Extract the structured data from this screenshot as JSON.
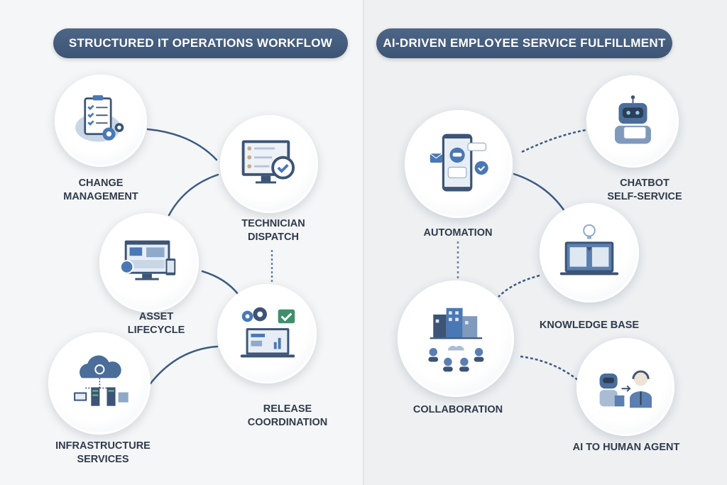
{
  "left_panel": {
    "title": "STRUCTURED IT OPERATIONS WORKFLOW",
    "nodes": [
      {
        "line1": "CHANGE",
        "line2": "MANAGEMENT",
        "icon": "clipboard-gears-icon"
      },
      {
        "line1": "TECHNICIAN",
        "line2": "DISPATCH",
        "icon": "monitor-check-icon"
      },
      {
        "line1": "ASSET",
        "line2": "LIFECYCLE",
        "icon": "devices-icon"
      },
      {
        "line1": "RELEASE",
        "line2": "COORDINATION",
        "icon": "laptop-gears-icon"
      },
      {
        "line1": "INFRASTRUCTURE",
        "line2": "SERVICES",
        "icon": "cloud-servers-icon"
      }
    ]
  },
  "right_panel": {
    "title": "AI-DRIVEN EMPLOYEE SERVICE FULFILLMENT",
    "nodes": [
      {
        "line1": "AUTOMATION",
        "icon": "phone-bot-icon"
      },
      {
        "line1": "CHATBOT",
        "line2": "SELF-SERVICE",
        "icon": "robot-icon"
      },
      {
        "line1": "KNOWLEDGE BASE",
        "icon": "lightbulb-laptop-icon"
      },
      {
        "line1": "COLLABORATION",
        "icon": "buildings-people-icon"
      },
      {
        "line1": "AI TO HUMAN AGENT",
        "icon": "robot-to-agent-icon"
      }
    ]
  },
  "colors": {
    "navy": "#3c5475",
    "accent": "#4a78b5",
    "line": "#3d5a85"
  }
}
